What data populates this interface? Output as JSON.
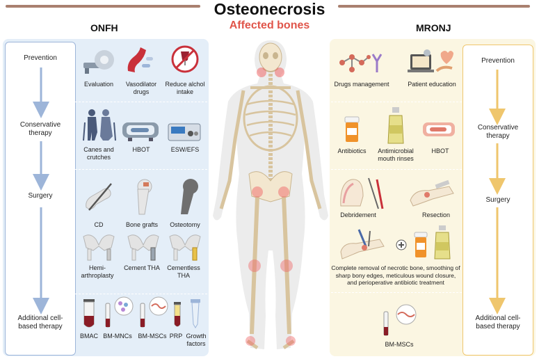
{
  "title": "Osteonecrosis",
  "subtitle": "Affected bones",
  "left": {
    "heading": "ONFH",
    "stages": [
      "Prevention",
      "Conservative therapy",
      "Surgery",
      "Additional cell-based therapy"
    ],
    "items": {
      "evaluation": "Evaluation",
      "vasodilator": "Vasodilator drugs",
      "alcohol": "Reduce alchol intake",
      "canes": "Canes and crutches",
      "hbot": "HBOT",
      "esw": "ESW/EFS",
      "cd": "CD",
      "grafts": "Bone grafts",
      "osteotomy": "Osteotomy",
      "hemi": "Hemi-arthroplasty",
      "cement": "Cement THA",
      "cementless": "Cementless THA",
      "bmac": "BMAC",
      "bmmncs": "BM-MNCs",
      "bmmscs": "BM-MSCs",
      "prp": "PRP",
      "growth": "Growth factors"
    }
  },
  "right": {
    "heading": "MRONJ",
    "stages": [
      "Prevention",
      "Conservative therapy",
      "Surgery",
      "Additional cell-based therapy"
    ],
    "items": {
      "drugs": "Drugs management",
      "education": "Patient education",
      "antibiotics": "Antibiotics",
      "rinses": "Antimicrobial mouth rinses",
      "hbot": "HBOT",
      "debridement": "Debridement",
      "resection": "Resection",
      "removal": "Complete removal of necrotic bone, smoothing of sharp bony edges, meticulous wound closure, and perioperative antibiotic treatment",
      "bmmscs": "BM-MSCs"
    }
  },
  "colors": {
    "left_panel": "#e4eef8",
    "left_arrow": "#9db5d9",
    "right_panel": "#fbf6e2",
    "right_arrow": "#efc66d",
    "accent_title": "#e0554a",
    "rule": "#a9806f"
  }
}
